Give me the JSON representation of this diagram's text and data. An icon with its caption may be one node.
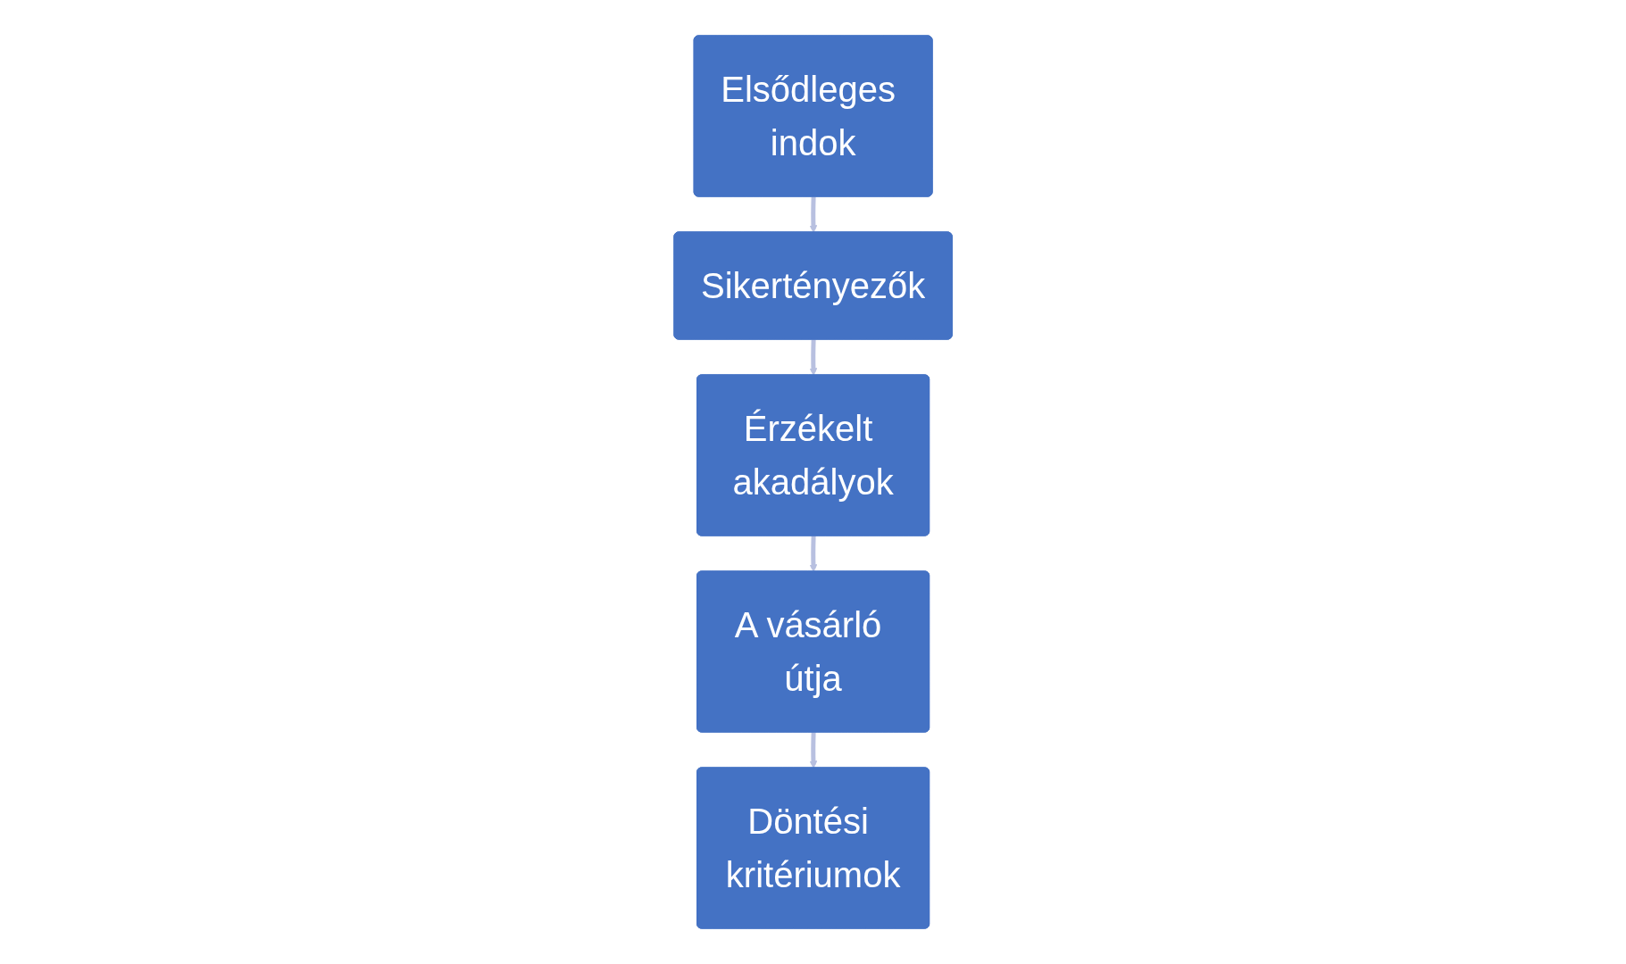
{
  "diagram": {
    "nodes": [
      {
        "text": [
          "Elsődleges indok"
        ]
      },
      {
        "text": [
          "Sikertényezők"
        ]
      },
      {
        "text": [
          "Érzékelt akadályok"
        ]
      },
      {
        "text": [
          "A vásárló útja"
        ]
      },
      {
        "text": [
          "Döntési kritériumok"
        ]
      }
    ],
    "edges": [
      {
        "from": 0,
        "to": 1,
        "arrow": "to"
      },
      {
        "from": 1,
        "to": 2,
        "arrow": "to"
      },
      {
        "from": 2,
        "to": 3,
        "arrow": "to"
      },
      {
        "from": 3,
        "to": 4,
        "arrow": "to"
      }
    ]
  }
}
